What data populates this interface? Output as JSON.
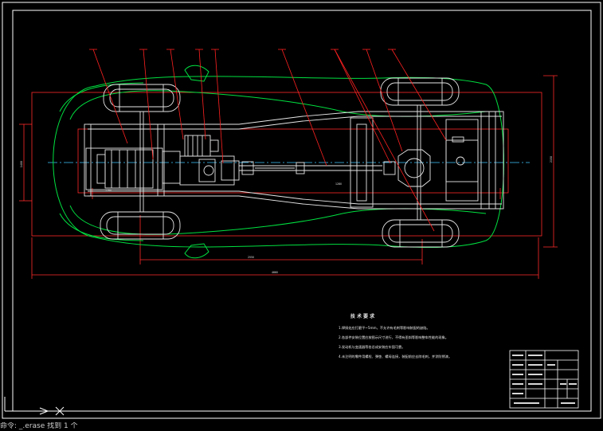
{
  "drawing": {
    "background": "#000000",
    "colors": {
      "frame": "#ffffff",
      "body_outline": "#00e040",
      "leader": "#ff2020",
      "centerline": "#40c8ff",
      "dimension": "#ff2a2a",
      "component": "#ffffff"
    },
    "dimensions": {
      "overall_length": "4660",
      "wheelbase": "2550",
      "height_right": "2150",
      "height_left": "1400",
      "track_front": "1280",
      "track_rear": "1280"
    }
  },
  "notes": {
    "title": "技 术 要 求",
    "lines": [
      "1.焊接处应打磨平~5mm，不允许有毛刺等影响装配的缺陷。",
      "2.各部件安装位置应按图示尺寸进行，不得有歪斜等影响整车性能的现象。",
      "3.发动机与变速器等各总成安装应牢固可靠。",
      "4.未注明的零件用螺栓、弹垫、螺母连接，装配前应去除毛刺，并涂防锈漆。"
    ]
  },
  "command_line": {
    "prompt": "命令:",
    "text": "_.erase 找到 1 个"
  }
}
